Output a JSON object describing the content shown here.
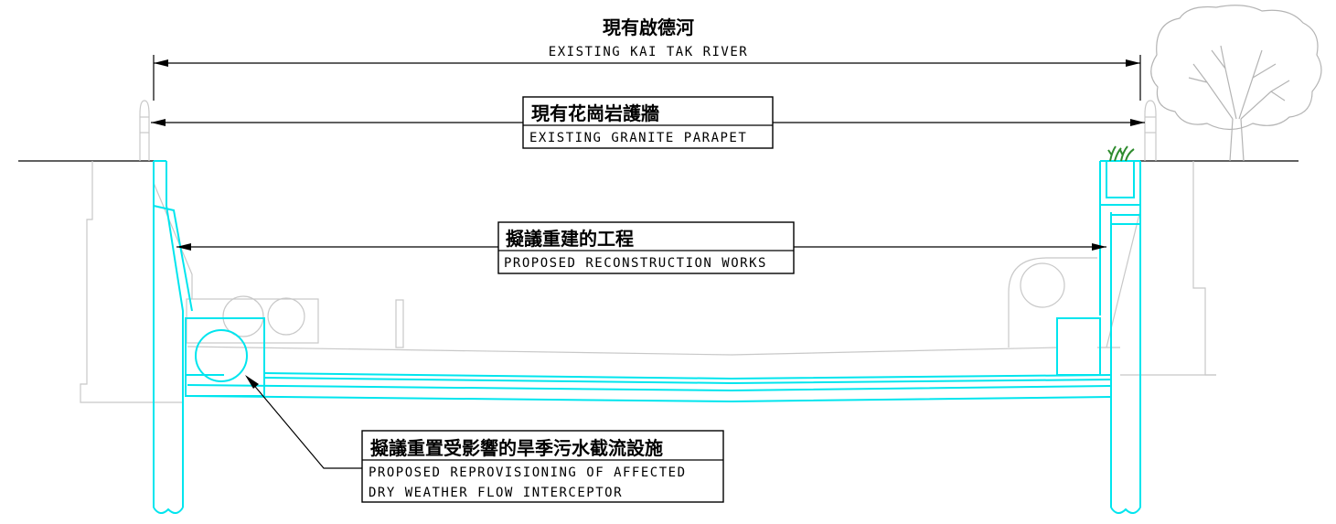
{
  "labels": {
    "river": {
      "zh": "現有啟德河",
      "en": "EXISTING KAI TAK RIVER"
    },
    "parapet": {
      "zh": "現有花崗岩護牆",
      "en": "EXISTING GRANITE PARAPET"
    },
    "works": {
      "zh": "擬議重建的工程",
      "en": "PROPOSED RECONSTRUCTION WORKS"
    },
    "dwfi": {
      "zh": "擬議重置受影響的旱季污水截流設施",
      "en_line1": "PROPOSED REPROVISIONING OF AFFECTED",
      "en_line2": "DRY WEATHER FLOW INTERCEPTOR"
    }
  },
  "colors": {
    "proposed_structure": "#00e5ee",
    "existing_structure": "#c8c8c8",
    "annotation": "#000000",
    "grass": "#2e8b2e"
  }
}
